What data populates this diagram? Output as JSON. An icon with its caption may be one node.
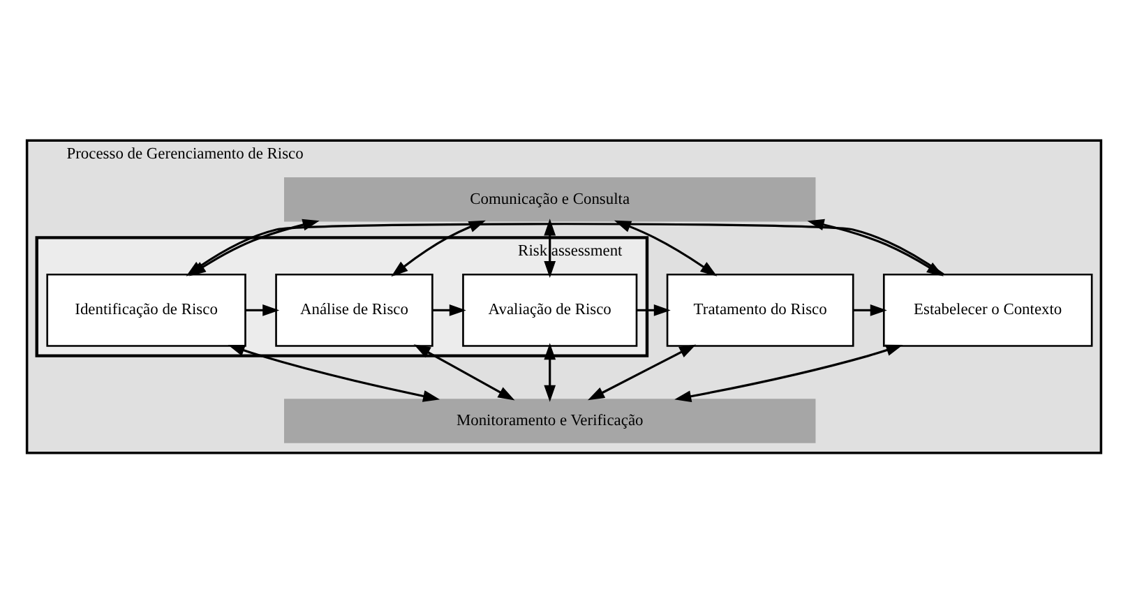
{
  "diagram": {
    "nodes": [
      {
        "text": [
          "Processo de Gerenciamento de Risco"
        ]
      },
      {
        "text": [
          "Comunicação e Consulta"
        ],
        "in": 0
      },
      {
        "text": [
          "Risk assessment"
        ],
        "in": 0
      },
      {
        "text": [
          "Tratamento do Risco"
        ],
        "in": 0
      },
      {
        "text": [
          "Avaliação de Risco"
        ],
        "in": 2
      },
      {
        "text": [
          "Análise de Risco"
        ],
        "in": 2
      },
      {
        "text": [
          "Identificação de Risco"
        ],
        "in": 2
      },
      {
        "text": [
          "Estabelecer o Contexto"
        ],
        "in": 0
      },
      {
        "text": [
          "Monitoramento e Verificação"
        ],
        "in": 0
      }
    ],
    "edges": [
      {
        "from": 1,
        "to": 3,
        "arrow": "both"
      },
      {
        "from": 1,
        "to": 4,
        "arrow": "both"
      },
      {
        "from": 1,
        "to": 5,
        "arrow": "both"
      },
      {
        "from": 1,
        "to": 6,
        "arrow": "both"
      },
      {
        "from": 1,
        "to": 7,
        "arrow": "both"
      },
      {
        "from": 7,
        "to": 6,
        "arrow": "to"
      },
      {
        "from": 6,
        "to": 5,
        "arrow": "to"
      },
      {
        "from": 5,
        "to": 4,
        "arrow": "to"
      },
      {
        "from": 4,
        "to": 3,
        "arrow": "to"
      },
      {
        "from": 3,
        "to": 7,
        "arrow": "to"
      },
      {
        "from": 3,
        "to": 8,
        "arrow": "both"
      },
      {
        "from": 4,
        "to": 8,
        "arrow": "both"
      },
      {
        "from": 5,
        "to": 8,
        "arrow": "both"
      },
      {
        "from": 6,
        "to": 8,
        "arrow": "both"
      },
      {
        "from": 7,
        "to": 8,
        "arrow": "both"
      }
    ]
  }
}
